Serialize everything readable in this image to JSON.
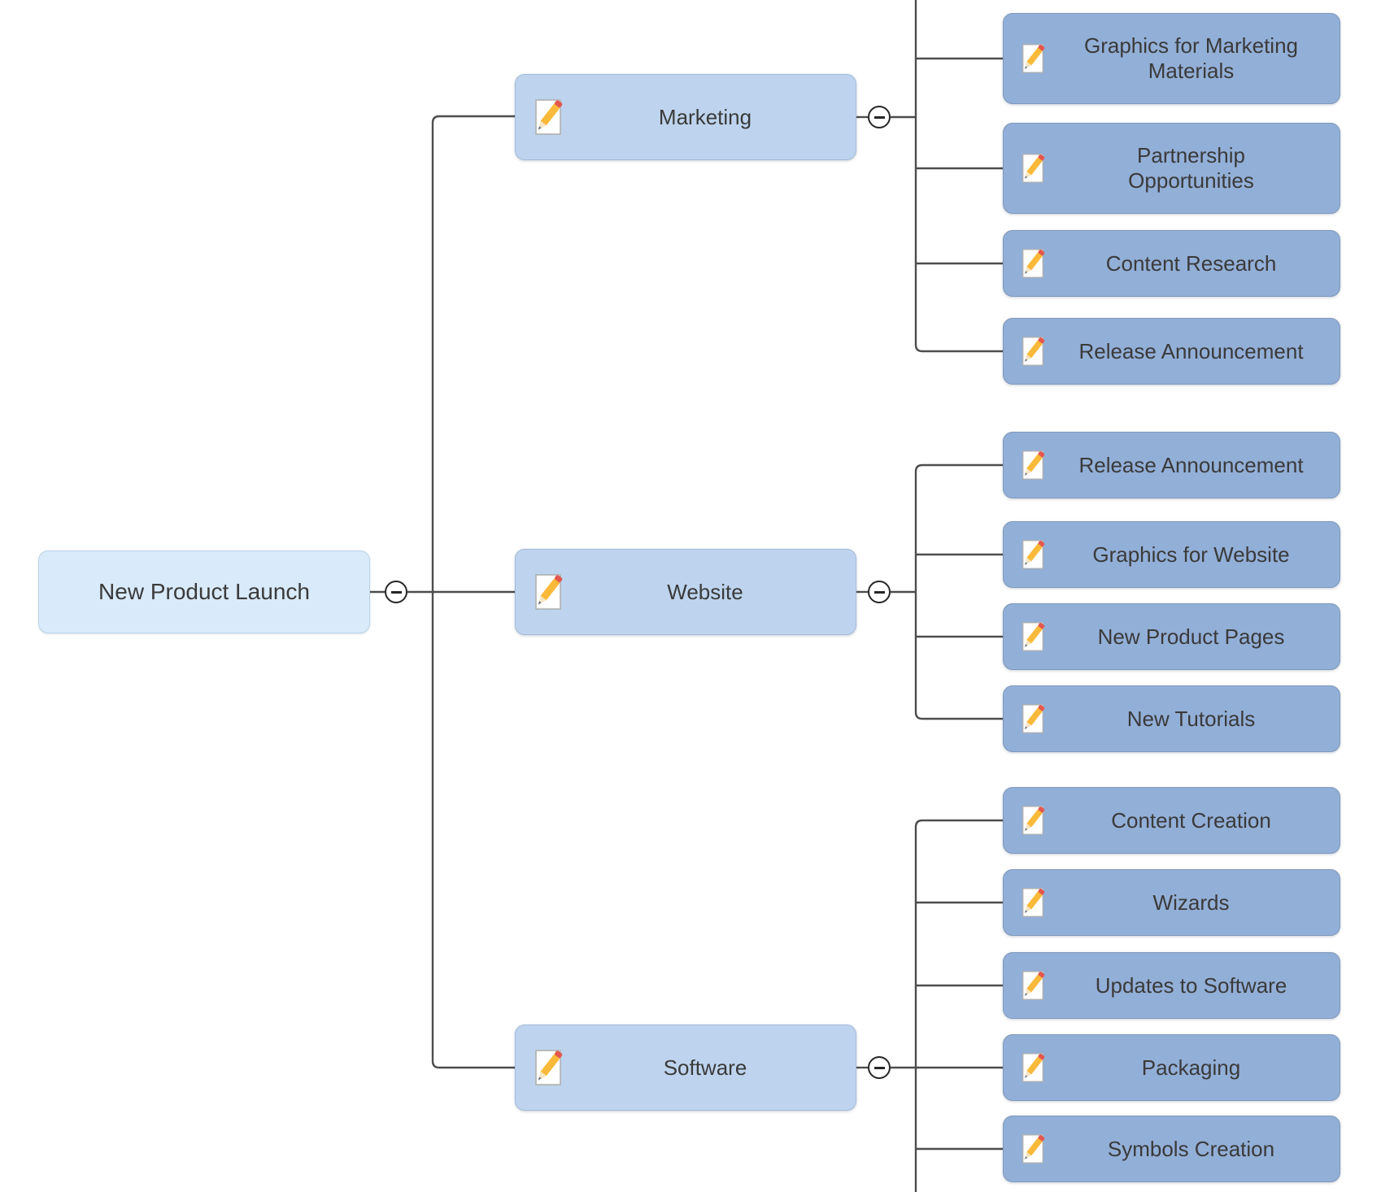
{
  "diagram": {
    "type": "mindmap",
    "root": {
      "label": "New Product Launch"
    },
    "branches": [
      {
        "label": "Marketing",
        "children": [
          {
            "label": "Graphics for Marketing Materials"
          },
          {
            "label": "Partnership Opportunities"
          },
          {
            "label": "Content Research"
          },
          {
            "label": "Release Announcement"
          }
        ]
      },
      {
        "label": "Website",
        "children": [
          {
            "label": "Release Announcement"
          },
          {
            "label": "Graphics for Website"
          },
          {
            "label": "New Product Pages"
          },
          {
            "label": "New Tutorials"
          }
        ]
      },
      {
        "label": "Software",
        "children": [
          {
            "label": "Content Creation"
          },
          {
            "label": "Wizards"
          },
          {
            "label": "Updates to Software"
          },
          {
            "label": "Packaging"
          },
          {
            "label": "Symbols Creation"
          }
        ]
      }
    ],
    "node_icon": "note-edit-icon",
    "collapse_glyph": "minus",
    "colors": {
      "root_fill": "#d9eafa",
      "branch_fill": "#bed4ee",
      "child_fill": "#92afd7",
      "connector": "#4d4d4d",
      "text": "#3a3a3a",
      "pencil_body": "#f9b939",
      "pencil_eraser": "#e4574f"
    }
  }
}
